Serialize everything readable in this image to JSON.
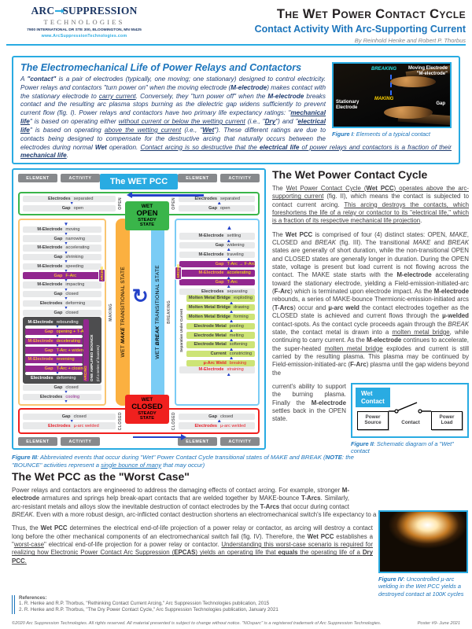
{
  "header": {
    "logo_line1a": "ARC",
    "logo_line1b": "SUPPRESSION",
    "logo_line2": "TECHNOLOGIES",
    "logo_address": "7900 INTERNATIONAL DR STE 300, BLOOMINGTON, MN 55425",
    "logo_url": "www.ArcSuppressionTechnologies.com",
    "title": "The Wet Power Contact Cycle",
    "subtitle": "Contact Activity With Arc-Supporting Current",
    "byline": "By Reinhold Henke and Robert P. Thorbus"
  },
  "intro": {
    "heading": "The Electromechanical Life of Power Relays and Contactors",
    "body_html": "A <b>\"contact\"</b> is a pair of electrodes (typically, one moving; one stationary) designed to control electricity. Power relays and contactors \"turn power on\" when the moving electrode (<b>M-electrode</b>) makes contact with the stationary electrode to <u>carry current</u>. Conversely, they \"turn power off\" when the <b>M-electrode</b> breaks contact and the resulting arc plasma stops burning as the dielectric gap widens sufficiently to prevent current flow (fig. I). Power relays and contactors have two primary life expectancy ratings: \"<b><u>mechanical life</u></b>\" is based on operating either <u>without current or below the wetting current</u> (i.e., \"<b><u>Dry</u></b>\") and \"<b><u>electrical life</u></b>\" is based on operating <u>above the wetting current</u> (i.e., \"<b><u>Wet</u></b>\"). These different ratings are due to contacts being designed to compensate for the destructive arcing that naturally occurs between the electrodes during normal <b>Wet</b> operation. <u>Contact arcing is so destructive that the <b>electrical life</b> of power relays and contactors is a fraction of their <b>mechanical life</b></u>."
  },
  "figure1": {
    "labels": {
      "breaking": "BREAKING",
      "making": "MAKING",
      "moving_html": "Moving Electrode<br>\"M-electrode\"",
      "stationary_html": "Stationary<br>Electrode",
      "gap": "Gap"
    },
    "caption_html": "<b>Figure I</b>: Elements of a typical contact"
  },
  "diagram": {
    "title": "The WET PCC",
    "col_headers": [
      "ELEMENT",
      "ACTIVITY"
    ],
    "arrows": {
      "down": "▼",
      "up": "▲"
    },
    "cycle_icon": "↻",
    "open_band": {
      "side_label": "OPEN",
      "state_lines": [
        "WET",
        "OPEN",
        "STEADY",
        "STATE"
      ],
      "rows": [
        {
          "element": "Electrodes",
          "activity": "separated"
        },
        {
          "element": "Gap",
          "activity": "open"
        }
      ]
    },
    "closed_band": {
      "side_label": "CLOSED",
      "state_lines": [
        "WET",
        "CLOSED",
        "STEADY",
        "STATE"
      ],
      "rows": [
        {
          "element": "Gap",
          "activity": "closed"
        },
        {
          "element": "Electrodes",
          "activity": "µ-arc welded",
          "style": "red-text"
        }
      ]
    },
    "make_column": {
      "side_label": "MAKING",
      "bar_html": "WET <b><i>MAKE</i></b> TRANSITIONAL STATE",
      "rows_top": [
        {
          "element": "M-Electrode",
          "activity": "moving"
        },
        {
          "element": "Gap",
          "activity": "narrowing"
        },
        {
          "element": "M-Electrode",
          "activity": "accelerating"
        },
        {
          "element": "Gap",
          "activity": "shrinking"
        },
        {
          "element": "M-Electrode",
          "activity": "speeding"
        },
        {
          "element": "Gap",
          "activity": "F-Arc",
          "style": "purple",
          "tag": "ARCING"
        },
        {
          "element": "M-Electrode",
          "activity": "impacting"
        },
        {
          "element": "Gap",
          "activity": "closed"
        },
        {
          "element": "Electrodes",
          "activity": "deforming"
        },
        {
          "element": "Gap",
          "activity": "closed"
        }
      ],
      "bounce": {
        "arcing_label": "ARCING",
        "bounce_label": "ONE AMPLIFIED BOUNCE",
        "bounce_sublabel": "(of a series of bounces)",
        "rows": [
          {
            "element": "M-Electrode",
            "activity": "rebounding",
            "style": "dark"
          },
          {
            "element": "Gap",
            "activity": "opening + T-Arc",
            "style": "purple"
          },
          {
            "element": "M-Electrode",
            "activity": "decelerating",
            "style": "purple"
          },
          {
            "element": "Gap",
            "activity": "T-Arc + widening",
            "style": "purple"
          },
          {
            "element": "M-Electrode",
            "activity": "reversing",
            "style": "purple"
          },
          {
            "element": "Gap",
            "activity": "T-Arc + closing",
            "style": "purple"
          },
          {
            "element": "Electrodes",
            "activity": "deforming",
            "style": "dark"
          }
        ]
      },
      "rows_bottom": [
        {
          "element": "Gap",
          "activity": "closed"
        },
        {
          "element": "Electrodes",
          "activity": "cooling",
          "style": "magenta-act"
        }
      ]
    },
    "break_column": {
      "side_label": "BREAKING",
      "bar_html": "WET <b><i>BREAK</i></b> TRANSITIONAL STATE",
      "rows_top": [
        {
          "element": "M-Electrode",
          "activity": "settling"
        },
        {
          "element": "Gap",
          "activity": "widening"
        },
        {
          "element": "M-Electrode",
          "activity": "traveling"
        },
        {
          "element": "Gap",
          "activity": "T-Arc → F-Arc",
          "style": "purple"
        },
        {
          "element": "M-Electrode",
          "activity": "accelerating",
          "style": "purple",
          "tag": "ARCING",
          "tagside": "left"
        },
        {
          "element": "Gap",
          "activity": "T-Arc",
          "style": "purple"
        },
        {
          "element": "Electrodes",
          "activity": "separating"
        }
      ],
      "suc": {
        "label": "Separation Under Current",
        "rows": [
          {
            "element": "Molten Metal Bridge",
            "activity": "exploding"
          },
          {
            "element": "Molten Metal Bridge",
            "activity": "drawing"
          },
          {
            "element": "Molten Metal Bridge",
            "activity": "forming"
          },
          {
            "element": "Electrode Metal",
            "activity": "pooling"
          },
          {
            "element": "Electrode Metal",
            "activity": "melting"
          },
          {
            "element": "Electrode Metal",
            "activity": "softening"
          },
          {
            "element": "Current",
            "activity": "constricting"
          },
          {
            "element": "µ-Arc Weld",
            "activity": "breaking",
            "style": "red-text"
          }
        ]
      },
      "rows_bottom": [
        {
          "element": "M-Electrode",
          "activity": "straining",
          "style": "red-text"
        }
      ]
    }
  },
  "figure3": {
    "caption_html": "<b>Figure III</b>: Abbreviated events that occur during \"Wet\" Power Contact Cycle transitional states of MAKE and BREAK  (<b>NOTE</b>: the \"BOUNCE\" activities represent a <u>single bounce of many</u> that may occur)"
  },
  "right_column": {
    "heading": "The Wet Power Contact Cycle",
    "para1_html": "The <u>Wet Power Contact Cycle (<b>Wet PCC</b>) operates above the arc-supporting current</u> (fig. II), which means the contact is subjected to contact current arcing. <u>This arcing destroys the contacts, which foreshortens the life of a relay or contactor to its \"electrical life,\" which is a fraction of its respective mechanical life projection</u>.",
    "para2a_html": "The <b>Wet PCC</b> is comprised of four (4) distinct states: OPEN, <i>MAKE</i>, CLOSED and <i>BREAK</i> (fig. III). The transitional <i>MAKE</i> and <i>BREAK</i> states are generally of short duration, while the non-transitional OPEN and CLOSED states are generally longer in duration. During the OPEN state, voltage is present but load current is not flowing across the contact. The MAKE state starts with the <b>M-electrode</b> accelerating toward the stationary electrode, yielding a Field-emission-initiated-arc (<b>F-Arc</b>) which is terminated upon electrode impact. As the <b>M-electrode</b> rebounds, a series of MAKE-bounce Thermionic-emission-initiated arcs (<b>T-Arcs</b>) occur and <b>µ-arc weld</b> the contact electrodes together as the CLOSED state is achieved and current flows through the <b>µ-welded</b> contact-spots. As the contact cycle proceeds again through the <i>BREAK</i> state, the contact metal is drawn into a <u>molten metal bridge</u>, while continuing to carry current. As the <b>M-electrode</b> continues to accelerate, the super-heated <u>molten metal bridge</u> explodes and current is still carried by the resulting plasma. This plasma may be continued by Field-emission-initiated-arc (<b>F-Arc</b>) plasma until the gap widens beyond the",
    "para2b_html": "current's ability to support the burning plasma. Finally the <b>M-electrode</b> settles back in the OPEN state."
  },
  "figure2": {
    "tag_html": "Wet<br>Contact",
    "source_html": "Power<br>Source",
    "load_html": "Power<br>Load",
    "contact_label": "Contact",
    "caption_html": "<b>Figure II</b>: Schematic diagram of a \"Wet\" contact"
  },
  "worst_case": {
    "heading": "The Wet PCC as the \"Worst Case\"",
    "para1_html": "Power relays and contactors are engineered to address the damaging effects of contact arcing. For example, stronger <b>M-electrode</b> armatures and springs help break-apart contacts that are welded together by MAKE-bounce <b>T-Arcs</b>. Similarly, arc-resistant metals and alloys slow the inevitable destruction of contact electrodes by the <b>T-Arcs</b> that occur during contact <i>BREAK</i>. Even with a more robust design, arc-inflicted contact destruction shortens an electromechanical switch's life expectancy to a fraction of its mechanical life.",
    "para2_html": "Thus, the <b>Wet PCC</b> determines the electrical end-of-life projection of a power relay or contactor, as arcing will destroy a contact long before the other mechanical components of an electromechanical switch fail (fig. IV). Therefore, the <b>Wet PCC</b> establishes a \"<u>worst-case</u>\" electrical end-of-life projection for a power relay or contactor. <u>Understanding this worst-case scenario is required for realizing how Electronic Power Contact Arc Suppression (<b>EPCAS</b>) yields an operating life that <b>equals</b> the operating life of a <b>Dry PCC</b>.</u>"
  },
  "figure4": {
    "caption_html": "<b>Figure IV</b>: Uncontrolled µ-arc welding in the Wet PCC yields a destroyed contact at 100K cycles"
  },
  "references": {
    "title": "References:",
    "items": [
      "1.  R. Henke and R.P. Thorbus, \"Rethinking Contact Current Arcing,\" Arc Suppression Technologies publication, 2015",
      "2.  R. Henke and R.P. Thorbus, \"The Dry Power Contact Cycle,\" Arc Suppression Technologies publication, January 2021"
    ]
  },
  "footer": {
    "left": "©2020 Arc Suppression Technologies. All rights reserved. All material presented is subject to change without notice. \"NOsparc\" is a registered trademark of Arc Suppression Technologies.",
    "right": "Poster #9- June 2021"
  }
}
